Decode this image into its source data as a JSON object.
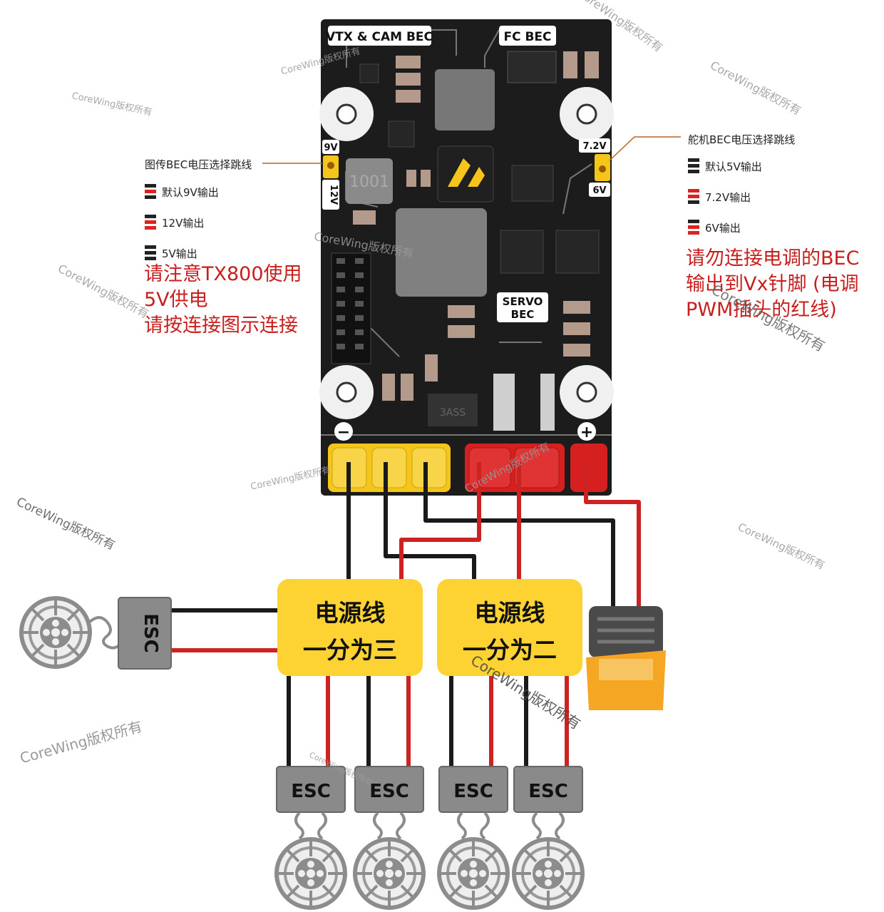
{
  "board": {
    "vtx_label": "VTX & CAM BEC",
    "fc_label": "FC BEC",
    "servo_label_line1": "SERVO",
    "servo_label_line2": "BEC",
    "vtx_jumper_top": "9V",
    "vtx_jumper_bottom": "12V",
    "servo_jumper_top": "7.2V",
    "servo_jumper_bottom": "6V",
    "minus_sign": "−",
    "plus_sign": "+",
    "chip_text": "1001",
    "inductor_text": "3ASS"
  },
  "left_notes": {
    "title": "图传BEC电压选择跳线",
    "options": [
      "默认9V输出",
      "12V输出",
      "5V输出"
    ],
    "warning_line1": "请注意TX800使用",
    "warning_line2": "5V供电",
    "warning_line3": "请按连接图示连接"
  },
  "right_notes": {
    "title": "舵机BEC电压选择跳线",
    "options": [
      "默认5V输出",
      "7.2V输出",
      "6V输出"
    ],
    "warning_line1": "请勿连接电调的BEC",
    "warning_line2": "输出到Vx针脚 (电调",
    "warning_line3": "PWM插头的红线)"
  },
  "splitters": [
    {
      "line1": "电源线",
      "line2": "一分为三"
    },
    {
      "line1": "电源线",
      "line2": "一分为二"
    }
  ],
  "esc_label": "ESC",
  "watermark": "CoreWing版权所有",
  "colors": {
    "pcb": "#1c1c1c",
    "wire_red": "#cc2222",
    "wire_black": "#1a1a1a",
    "pad_yellow": "#f5c519",
    "pad_red": "#d62020",
    "splitter": "#fdd334",
    "xt60": "#f5a623",
    "esc_gray": "#8a8a8a",
    "warning_text": "#c81e1e"
  }
}
